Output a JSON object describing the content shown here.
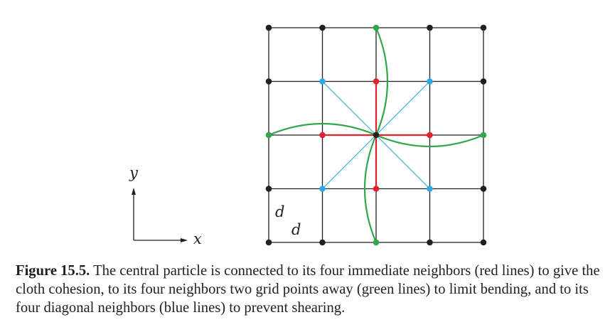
{
  "figure": {
    "axis_labels": {
      "x": "x",
      "y": "y"
    },
    "spacing_labels": [
      "d",
      "d"
    ],
    "colors": {
      "grid": "#231f20",
      "particle": "#231f20",
      "red": "#e5202e",
      "green": "#2ea84a",
      "blue": "#29abe2"
    },
    "grid_size": 5,
    "center_particle": [
      2,
      2
    ],
    "red_neighbors": [
      [
        1,
        2
      ],
      [
        3,
        2
      ],
      [
        2,
        1
      ],
      [
        2,
        3
      ]
    ],
    "green_neighbors": [
      [
        0,
        2
      ],
      [
        4,
        2
      ],
      [
        2,
        0
      ],
      [
        2,
        4
      ]
    ],
    "blue_neighbors": [
      [
        1,
        1
      ],
      [
        3,
        1
      ],
      [
        1,
        3
      ],
      [
        3,
        3
      ]
    ]
  },
  "caption": {
    "label": "Figure 15.5.",
    "text": " The central particle is connected to its four immediate neighbors (red lines) to give the cloth cohesion, to its four neighbors two grid points away (green lines) to limit bending, and to its four diagonal neighbors (blue lines) to prevent shearing."
  }
}
